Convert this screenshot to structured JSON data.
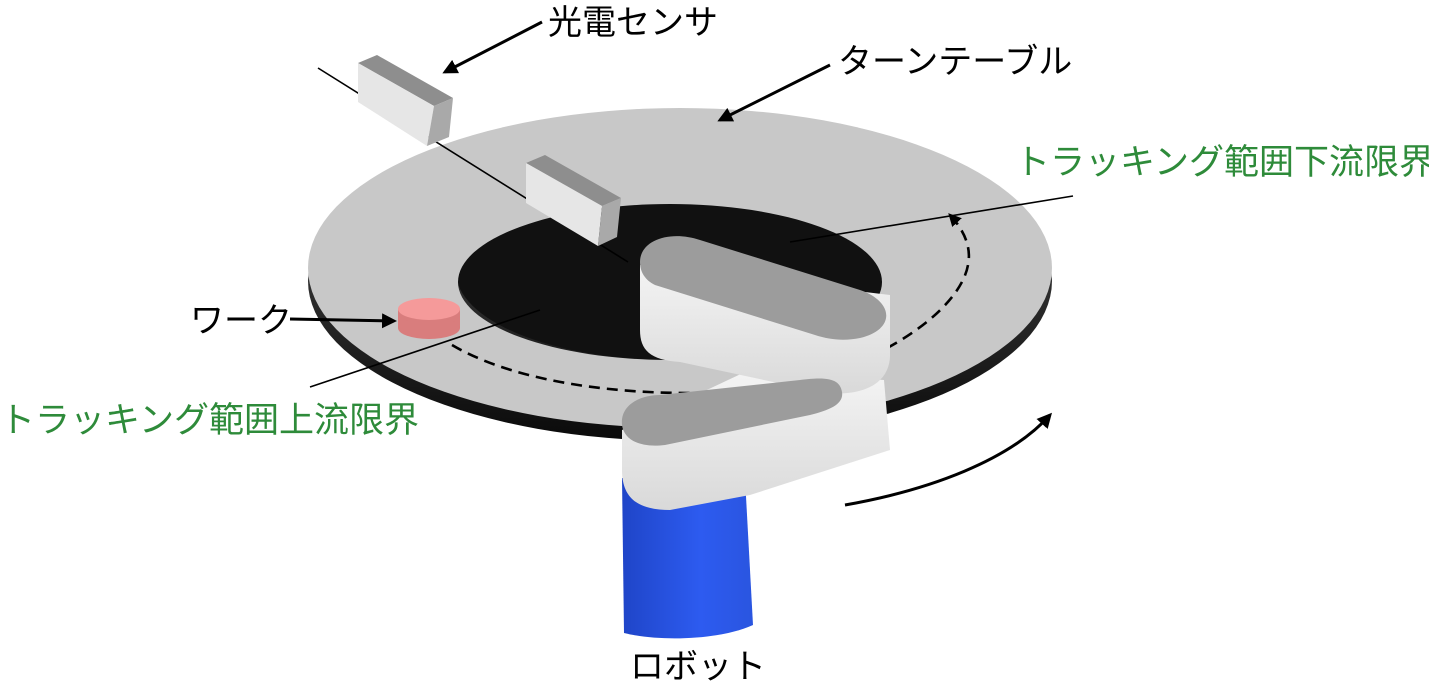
{
  "labels": {
    "photo_sensor": "光電センサ",
    "turntable": "ターンテーブル",
    "tracking_downstream_limit": "トラッキング範囲下流限界",
    "workpiece": "ワーク",
    "tracking_upstream_limit": "トラッキング範囲上流限界",
    "robot": "ロボット"
  },
  "colors": {
    "turntable_top": "#c8c8c8",
    "turntable_edge": "#1a1a1a",
    "sensor_block": "#e6e6e6",
    "workpiece": "#f08a8a",
    "robot_arm": "#eeeeee",
    "robot_arm_top": "#9c9c9c",
    "robot_base": "#2a55e0",
    "green_label": "#2e8b3a"
  }
}
